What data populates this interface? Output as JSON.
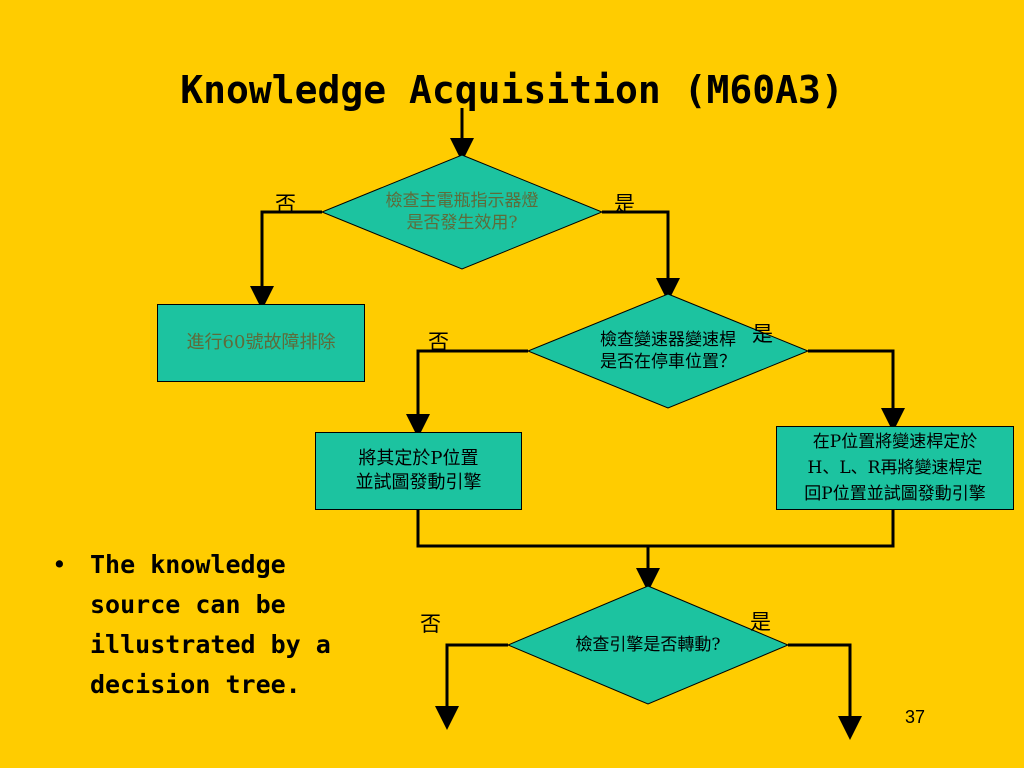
{
  "slide": {
    "title": "Knowledge Acquisition (M60A3)",
    "page_number": "37"
  },
  "diagram": {
    "decision1": {
      "line1": "檢查主電瓶指示器燈",
      "line2": "是否發生效用?"
    },
    "decision1_no": "否",
    "decision1_yes": "是",
    "box_fault": "進行60號故障排除",
    "decision2": {
      "line1": "檢查變速器變速桿",
      "line2": "是否在停車位置？"
    },
    "decision2_no": "否",
    "decision2_yes": "是",
    "box_set_p": {
      "line1": "將其定於P位置",
      "line2": "並試圖發動引擎"
    },
    "box_reset": {
      "line1": "在P位置將變速桿定於",
      "line2": "H、L、R再將變速桿定",
      "line3": "回P位置並試圖發動引擎"
    },
    "decision3": {
      "text": "檢查引擎是否轉動?"
    },
    "decision3_no": "否",
    "decision3_yes": "是"
  },
  "bullets": [
    {
      "text": "The knowledge source can be illustrated by a decision tree."
    }
  ],
  "colors": {
    "background": "#FFCC00",
    "shape_fill": "#1CC3A0",
    "line": "#000000"
  }
}
